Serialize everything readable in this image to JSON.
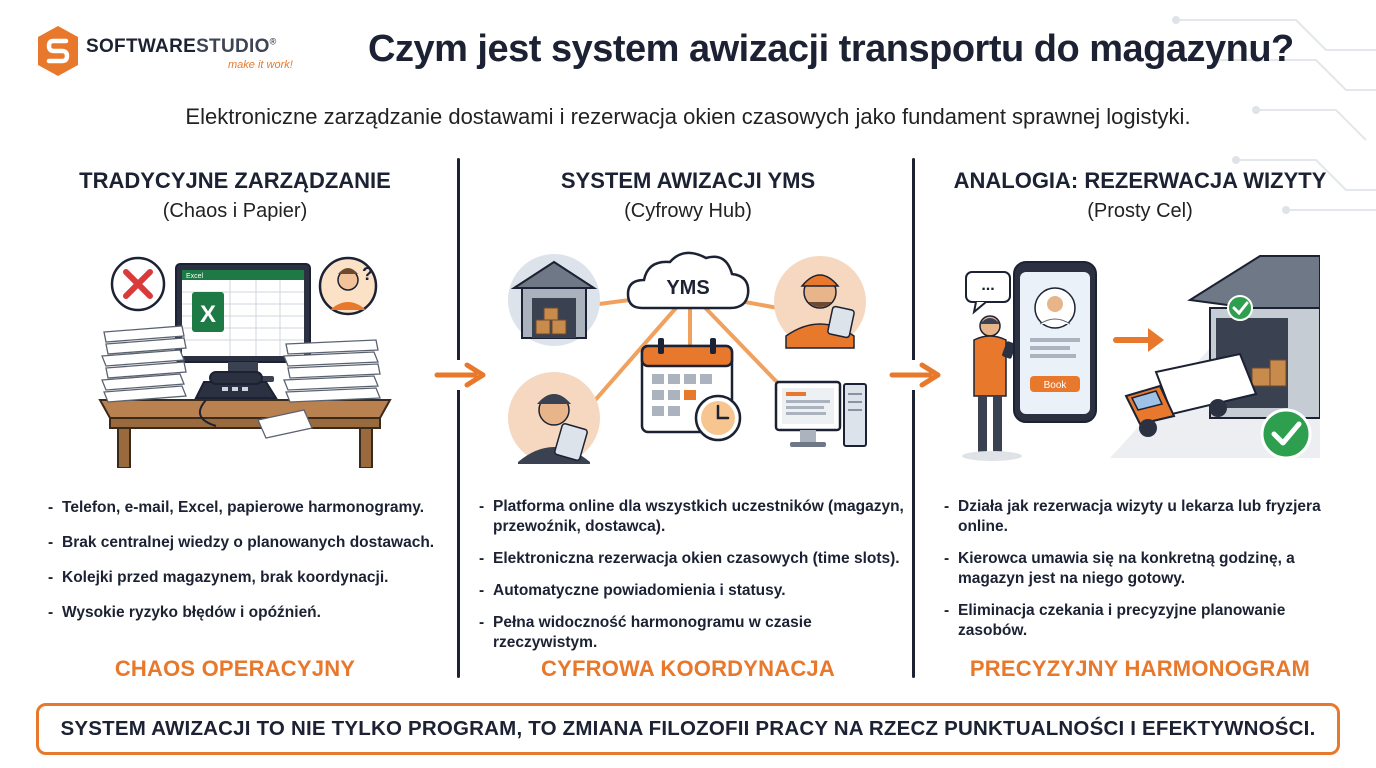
{
  "brand": {
    "name_part1": "SOFTWARE",
    "name_part2": "STUDIO",
    "registered": "®",
    "tagline": "make it work!"
  },
  "header": {
    "title": "Czym jest system awizacji transportu do magazynu?",
    "subtitle": "Elektroniczne zarządzanie dostawami i rezerwacja okien czasowych jako fundament sprawnej logistyki."
  },
  "colors": {
    "accent": "#e8782b",
    "navy": "#1c2233",
    "excel_green": "#1e7a45",
    "check_green": "#2e9e4f",
    "cross_red": "#d93a3a"
  },
  "columns": [
    {
      "title": "TRADYCYJNE ZARZĄDZANIE",
      "subtitle": "(Chaos i Papier)",
      "result": "CHAOS OPERACYJNY",
      "bullets": [
        "Telefon, e-mail, Excel, papierowe harmonogramy.",
        "Brak centralnej wiedzy o planowanych dostawach.",
        "Kolejki przed magazynem, brak koordynacji.",
        "Wysokie ryzyko błędów i opóźnień."
      ]
    },
    {
      "title": "SYSTEM AWIZACJI YMS",
      "subtitle": "(Cyfrowy Hub)",
      "result": "CYFROWA KOORDYNACJA",
      "bullets": [
        "Platforma online dla wszystkich uczestników (magazyn, przewoźnik, dostawca).",
        "Elektroniczna rezerwacja okien czasowych (time slots).",
        "Automatyczne powiadomienia i statusy.",
        "Pełna widoczność harmonogramu w czasie rzeczywistym."
      ]
    },
    {
      "title": "ANALOGIA: REZERWACJA WIZYTY",
      "subtitle": "(Prosty Cel)",
      "result": "PRECYZYJNY HARMONOGRAM",
      "bullets": [
        "Działa jak rezerwacja wizyty u lekarza lub fryzjera online.",
        "Kierowca umawia się na konkretną godzinę, a magazyn jest na niego gotowy.",
        "Eliminacja czekania i precyzyjne planowanie zasobów."
      ]
    }
  ],
  "illustrations": {
    "excel_window_title": "Excel",
    "excel_letter": "X",
    "hub_label": "YMS",
    "book_button": "Book",
    "question_mark": "?",
    "chat_dots": "..."
  },
  "footer": {
    "text": "SYSTEM AWIZACJI TO NIE TYLKO PROGRAM, TO ZMIANA FILOZOFII PRACY NA RZECZ PUNKTUALNOŚCI I EFEKTYWNOŚCI."
  }
}
